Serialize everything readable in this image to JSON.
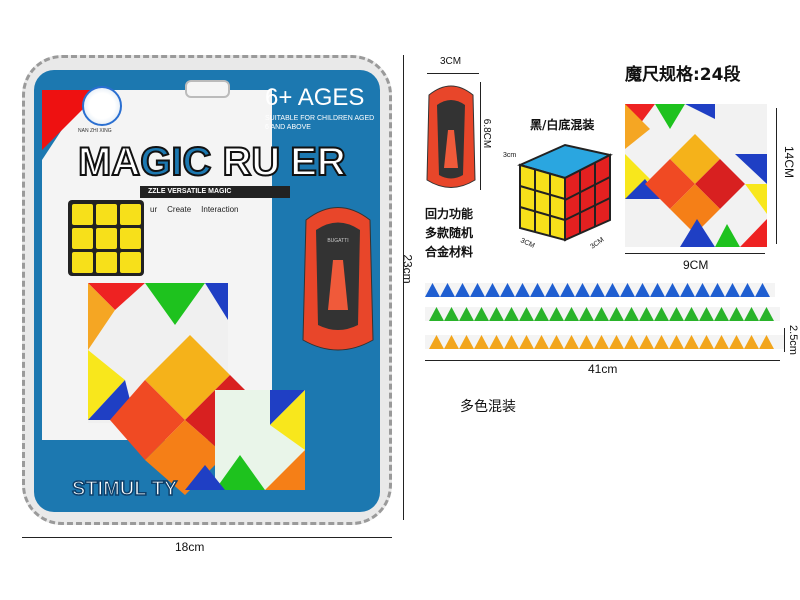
{
  "package": {
    "brand": "NAN ZHI XING",
    "title_left": "MA",
    "title_mid": "GIC",
    "title_right": " RU",
    "title_end": "ER",
    "ages": "6+ AGES",
    "ages_sub": "SUITABLE FOR CHILDREN AGED 6 AND ABOVE",
    "tagline": "ZZLE VERSATILE MAGIC",
    "features": [
      "ur",
      "Create",
      "Interaction"
    ],
    "bottom_banner": "STIMUL           TY",
    "car_badge": "BUGATTI"
  },
  "dimensions": {
    "package_width": "18cm",
    "package_height": "23cm",
    "car_width": "3CM",
    "car_length": "6.8CM",
    "cube_height": "3cm",
    "cube_side1": "3CM",
    "cube_side2": "3CM",
    "snake_width": "9CM",
    "snake_height": "14CM",
    "strip_length": "41cm",
    "strip_width": "2.5cm"
  },
  "labels": {
    "spec": "魔尺规格:24段",
    "cube_note": "黑/白底混装",
    "car_notes": [
      "回力功能",
      "多款随机",
      "合金材料"
    ],
    "strip_note": "多色混装"
  },
  "colors": {
    "package_blue": "#1c78b0",
    "strip_blue": "#1f5fd1",
    "strip_green": "#29b32a",
    "strip_orange": "#f2a51c"
  }
}
